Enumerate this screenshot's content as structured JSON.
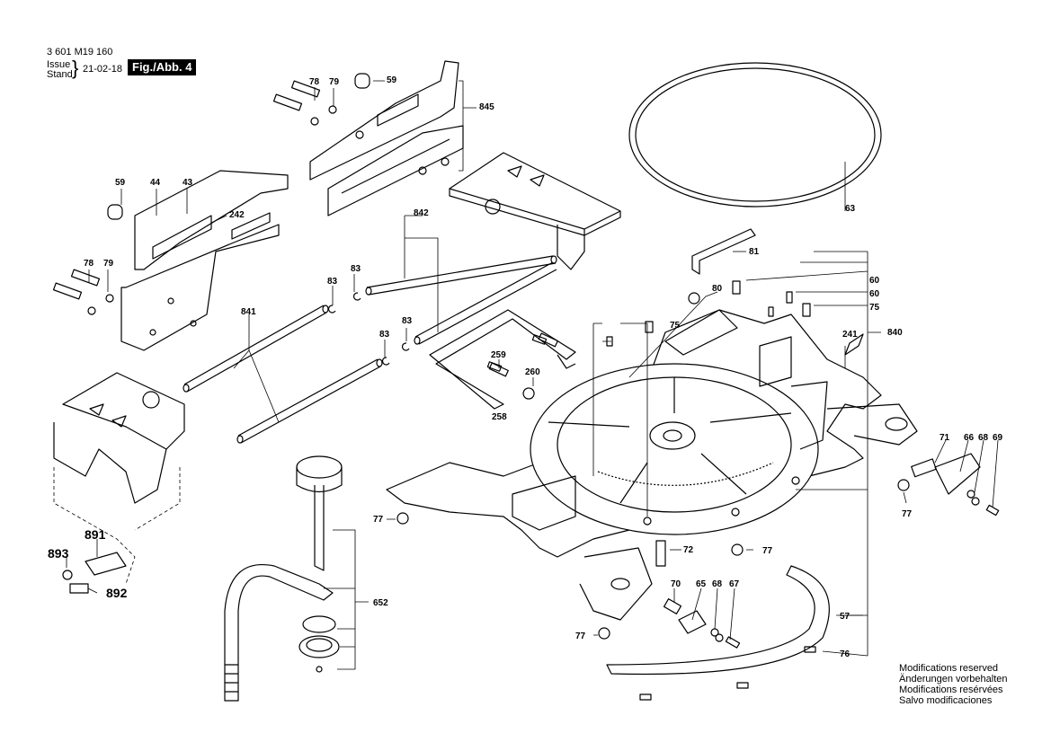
{
  "header": {
    "part_number": "3 601 M19 160",
    "issue_label": "Issue",
    "stand_label": "Stand",
    "date": "21-02-18",
    "figure": "Fig./Abb. 4"
  },
  "notes": [
    "Modifications reserved",
    "Änderungen vorbehalten",
    "Modifications resérvées",
    "Salvo modificaciones"
  ],
  "callouts": [
    "59",
    "78",
    "79",
    "845",
    "44",
    "43",
    "242",
    "59",
    "78",
    "79",
    "842",
    "63",
    "81",
    "83",
    "841",
    "83",
    "83",
    "83",
    "80",
    "60",
    "60",
    "75",
    "75",
    "840",
    "241",
    "259",
    "260",
    "258",
    "71",
    "66",
    "68",
    "69",
    "77",
    "77",
    "77",
    "72",
    "77",
    "891",
    "893",
    "892",
    "652",
    "70",
    "65",
    "68",
    "67",
    "57",
    "76"
  ]
}
